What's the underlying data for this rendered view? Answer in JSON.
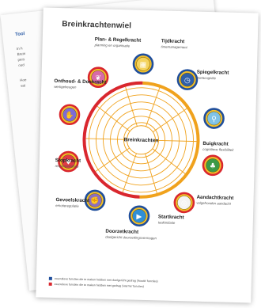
{
  "back_page": {
    "title": "Tool",
    "lines": [
      "In h",
      "Brein",
      "pers",
      "oud",
      "Hoe",
      "vat"
    ]
  },
  "front_page": {
    "title": "Breinkrachtenwiel",
    "center_label": "Breinkrachten",
    "functions": [
      {
        "name": "Plan- & Regelkracht",
        "subtitle": "planning en organisatie",
        "icon": "calendar-icon",
        "ring": "#1f4e9c"
      },
      {
        "name": "Tijdkracht",
        "subtitle": "timemanagement",
        "icon": "clock-icon",
        "ring": "#1f4e9c"
      },
      {
        "name": "Spiegelkracht",
        "subtitle": "metacognitie",
        "icon": "magnifier-icon",
        "ring": "#1f4e9c"
      },
      {
        "name": "Buigkracht",
        "subtitle": "cognitieve flexibiliteit",
        "icon": "tree-icon",
        "ring": "#d9272e"
      },
      {
        "name": "Aandachtkracht",
        "subtitle": "volgehouden aandacht",
        "icon": "target-icon",
        "ring": "#d9272e"
      },
      {
        "name": "Startkracht",
        "subtitle": "taakinitiatie",
        "icon": "play-icon",
        "ring": "#1f4e9c"
      },
      {
        "name": "Doorzetkracht",
        "subtitle": "doelgericht doorzettingsvermogen",
        "icon": "flexed-arm-icon",
        "ring": "#1f4e9c"
      },
      {
        "name": "Gevoelskracht",
        "subtitle": "emotieregulatie",
        "icon": "heart-icon",
        "ring": "#d9272e"
      },
      {
        "name": "Stopkracht",
        "subtitle": "responsinhibitie",
        "icon": "hand-icon",
        "ring": "#d9272e"
      },
      {
        "name": "Onthoud- & Doekracht",
        "subtitle": "werkgeheugen",
        "icon": "brain-icon",
        "ring": "#d9272e"
      }
    ],
    "legend": [
      {
        "color": "#1f4e9c",
        "text": "executieve functies die te maken hebben met doelgericht gedrag ('koude' functies)"
      },
      {
        "color": "#d9272e",
        "text": "executieve functies die te maken hebben met gedrag ('warme' functies)"
      }
    ]
  }
}
